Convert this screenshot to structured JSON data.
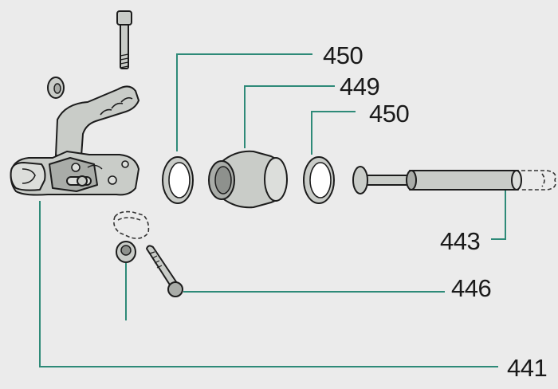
{
  "diagram": {
    "colors": {
      "background": "#ebebeb",
      "leader": "#2e8a78",
      "part_fill": "#c9ccc8",
      "part_shade": "#a9aca8",
      "part_light": "#dcdedb",
      "outline": "#1c1c1c",
      "label": "#1a1a1a"
    },
    "labels": {
      "gasket_top": "450",
      "bushing": "449",
      "gasket_right": "450",
      "rod": "443",
      "bolt": "446",
      "housing": "441"
    }
  }
}
